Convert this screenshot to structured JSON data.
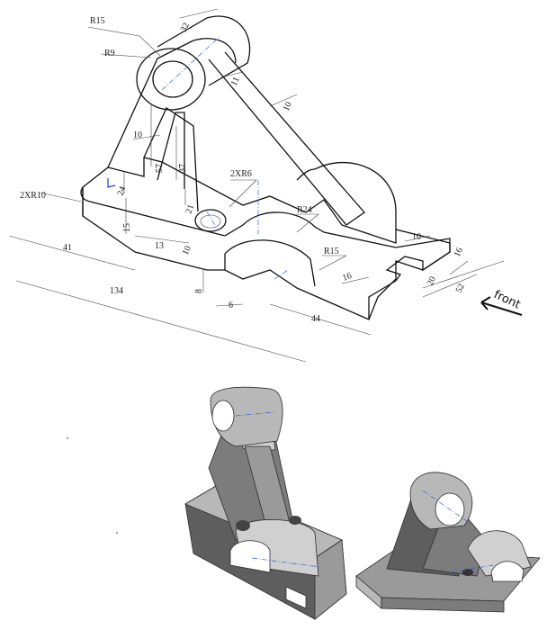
{
  "drawing": {
    "radius_labels": {
      "r15_top": "R15",
      "r9": "R9",
      "fillet_2xr10": "2XR10",
      "hole_2xr6": "2XR6",
      "r24": "R24",
      "r15_bottom": "R15"
    },
    "dimensions": {
      "d32": "32",
      "d11": "11",
      "d10_rib": "10",
      "d10_web": "10",
      "d57": "57",
      "d37": "37",
      "d24": "24",
      "d21": "21",
      "d15": "15",
      "d13": "13",
      "d10_hole": "10",
      "d41": "41",
      "d134": "134",
      "d8": "8",
      "d6": "6",
      "d44": "44",
      "d16_a": "16",
      "d10_slot": "10",
      "d16_b": "16",
      "d20": "20",
      "d52": "52"
    },
    "note": "front"
  },
  "colors": {
    "line": "#111111",
    "centerline": "#3a5bd9",
    "render_face_light": "#d0d0d0",
    "render_face_dark": "#5e5e5e"
  }
}
